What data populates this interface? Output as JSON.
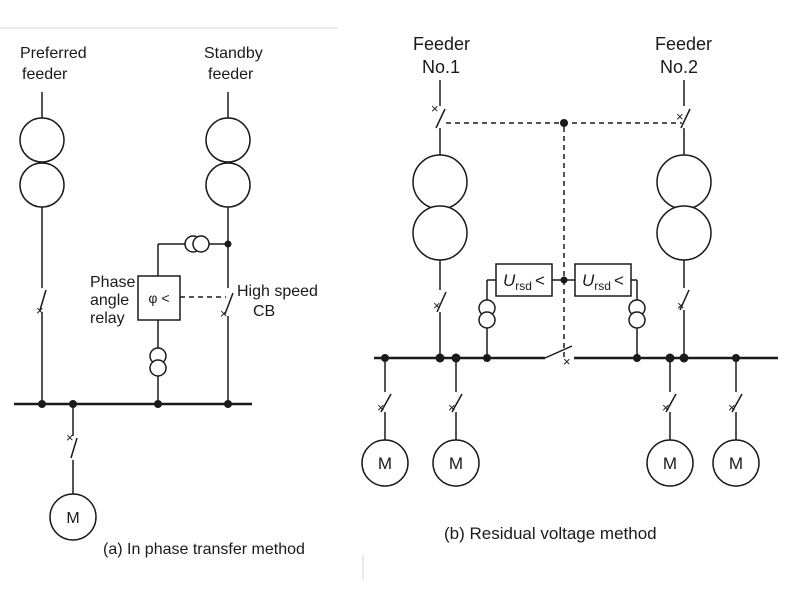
{
  "panel_a": {
    "preferred_feeder": [
      "Preferred",
      "feeder"
    ],
    "standby_feeder": [
      "Standby",
      "feeder"
    ],
    "relay_label": [
      "Phase",
      "angle",
      "relay"
    ],
    "relay_symbol": "φ <",
    "breaker_label": [
      "High speed",
      "CB"
    ],
    "motor_label": "M",
    "caption": "(a) In phase transfer method"
  },
  "panel_b": {
    "feeder_1": [
      "Feeder",
      "No.1"
    ],
    "feeder_2": [
      "Feeder",
      "No.2"
    ],
    "relay_main": "U",
    "relay_sub": "rsd",
    "relay_op": "<",
    "motor_label": "M",
    "caption": "(b) Residual voltage method"
  }
}
